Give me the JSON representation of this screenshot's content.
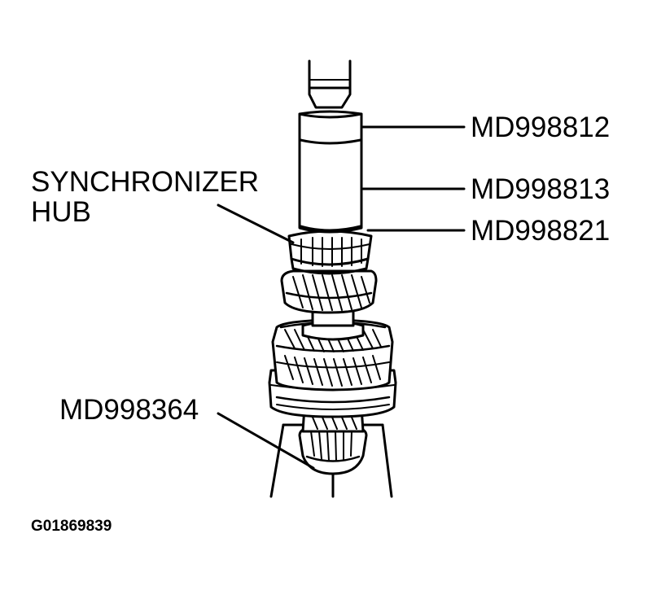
{
  "labels": {
    "tool_1": "MD998812",
    "tool_2": "MD998813",
    "tool_3": "MD998821",
    "hub_line1": "SYNCHRONIZER",
    "hub_line2": "HUB",
    "tool_4": "MD998364"
  },
  "figure_id": "G01869839"
}
